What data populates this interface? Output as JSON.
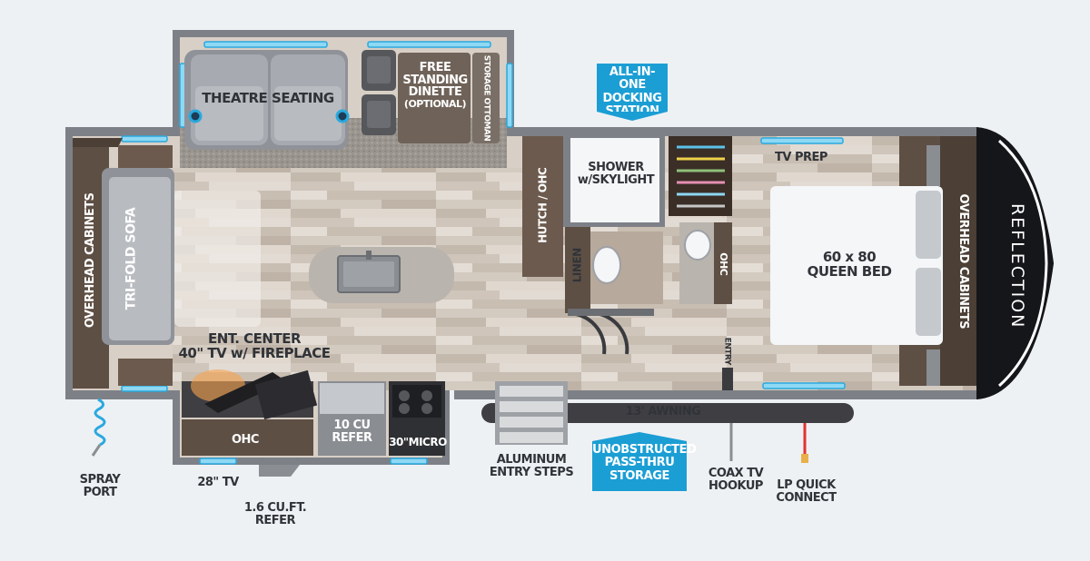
{
  "labels": {
    "theatre_seating": "THEATRE SEATING",
    "free_standing_dinette": [
      "FREE",
      "STANDING",
      "DINETTE",
      "(OPTIONAL)"
    ],
    "storage_ottoman": "STORAGE OTTOMAN",
    "overhead_cabinets_left": "OVERHEAD CABINETS",
    "tri_fold_sofa": "TRI-FOLD SOFA",
    "ent_center": [
      "ENT. CENTER",
      "40\" TV w/ FIREPLACE"
    ],
    "ohc_kitchen": "OHC",
    "refer": [
      "10 CU",
      "REFER"
    ],
    "micro": "30\"MICRO",
    "hutch_ohc": "HUTCH / OHC",
    "shower": [
      "SHOWER",
      "w/SKYLIGHT"
    ],
    "linen": "LINEN",
    "ohc_bath": "OHC",
    "entry": "ENTRY",
    "tv_prep": "TV PREP",
    "queen_bed": [
      "60 x 80",
      "QUEEN BED"
    ],
    "overhead_cabinets_right": "OVERHEAD CABINETS",
    "brand": "REFLECTION",
    "awning": "13' AWNING",
    "spray_port": [
      "SPRAY",
      "PORT"
    ],
    "tv_28": "28\" TV",
    "mini_refer": [
      "1.6 CU.FT.",
      "REFER"
    ],
    "entry_steps": [
      "ALUMINUM",
      "ENTRY STEPS"
    ],
    "coax": [
      "COAX TV",
      "HOOKUP"
    ],
    "lp": [
      "LP QUICK",
      "CONNECT"
    ]
  },
  "badges": {
    "docking": [
      "ALL-IN-ONE",
      "DOCKING",
      "STATION"
    ],
    "storage": [
      "UNOBSTRUCTED",
      "PASS-THRU",
      "STORAGE"
    ]
  },
  "colors": {
    "accent_blue": "#1b9ed4",
    "wall_gray": "#7d8187",
    "floor": "#d9d1c8",
    "cabinet": "#5e4f44",
    "led_blue": "#8ed8f4",
    "background": "#eef1f4",
    "lp_line": "#e3342f"
  }
}
